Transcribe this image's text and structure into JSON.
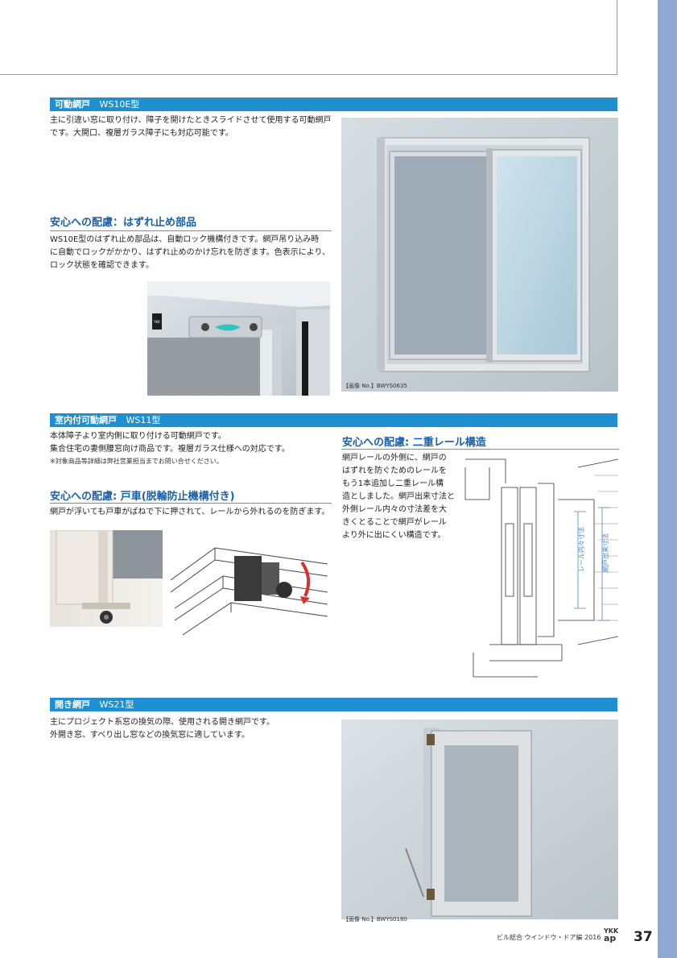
{
  "sections": {
    "ws10e": {
      "title": "可動網戸",
      "model": "WS10E型",
      "description_lines": [
        "主に引違い窓に取り付け、障子を開けたときスライドさせて使用する可動網戸",
        "です。大開口、複層ガラス障子にも対応可能です。"
      ],
      "caption": "【画像 No.】BWYS0635",
      "safety": {
        "heading": "安心への配慮：はずれ止め部品",
        "lines": [
          "WS10E型のはずれ止め部品は、自動ロック機構付きです。網戸吊り込み時",
          "に自動でロックがかかり、はずれ止めのかけ忘れを防ぎます。色表示により、",
          "ロック状態を確認できます。"
        ]
      }
    },
    "ws11": {
      "title": "室内付可動網戸",
      "model": "WS11型",
      "description_lines": [
        "本体障子より室内側に取り付ける可動網戸です。",
        "集合住宅の妻側腰窓向け商品です。複層ガラス仕様への対応です。"
      ],
      "note": "※対象商品等詳細は弊社営業担当までお問い合せください。",
      "roller": {
        "heading": "安心への配慮: 戸車(脱輪防止機構付き)",
        "line": "網戸が浮いても戸車がばねで下に押されて、レールから外れるのを防ぎます。"
      },
      "rail": {
        "heading": "安心への配慮: 二重レール構造",
        "lines": [
          "網戸レールの外側に、網戸の",
          "はずれを防ぐためのレールを",
          "もう1本追加し二重レール構",
          "造としました。網戸出来寸法と",
          "外側レール内々の寸法差を大",
          "きくとることで網戸がレール",
          "より外に出にくい構造です。"
        ],
        "dim_inner": "レール内々寸法",
        "dim_screen": "網戸出来寸法"
      }
    },
    "ws21": {
      "title": "開き網戸",
      "model": "WS21型",
      "description_lines": [
        "主にプロジェクト系窓の換気の際、使用される開き網戸です。",
        "外開き窓、すべり出し窓などの換気窓に適しています。"
      ],
      "caption": "【画像 No.】BWYS0180"
    }
  },
  "footer": {
    "publication": "ビル総合 ウインドウ・ドア編 2016",
    "brand_top": "YKK",
    "brand_bottom": "ap",
    "page_number": "37"
  },
  "colors": {
    "section_bar": "#1f8fd0",
    "heading_blue": "#1a5fa8",
    "side_strip": "#8fa9d3"
  }
}
